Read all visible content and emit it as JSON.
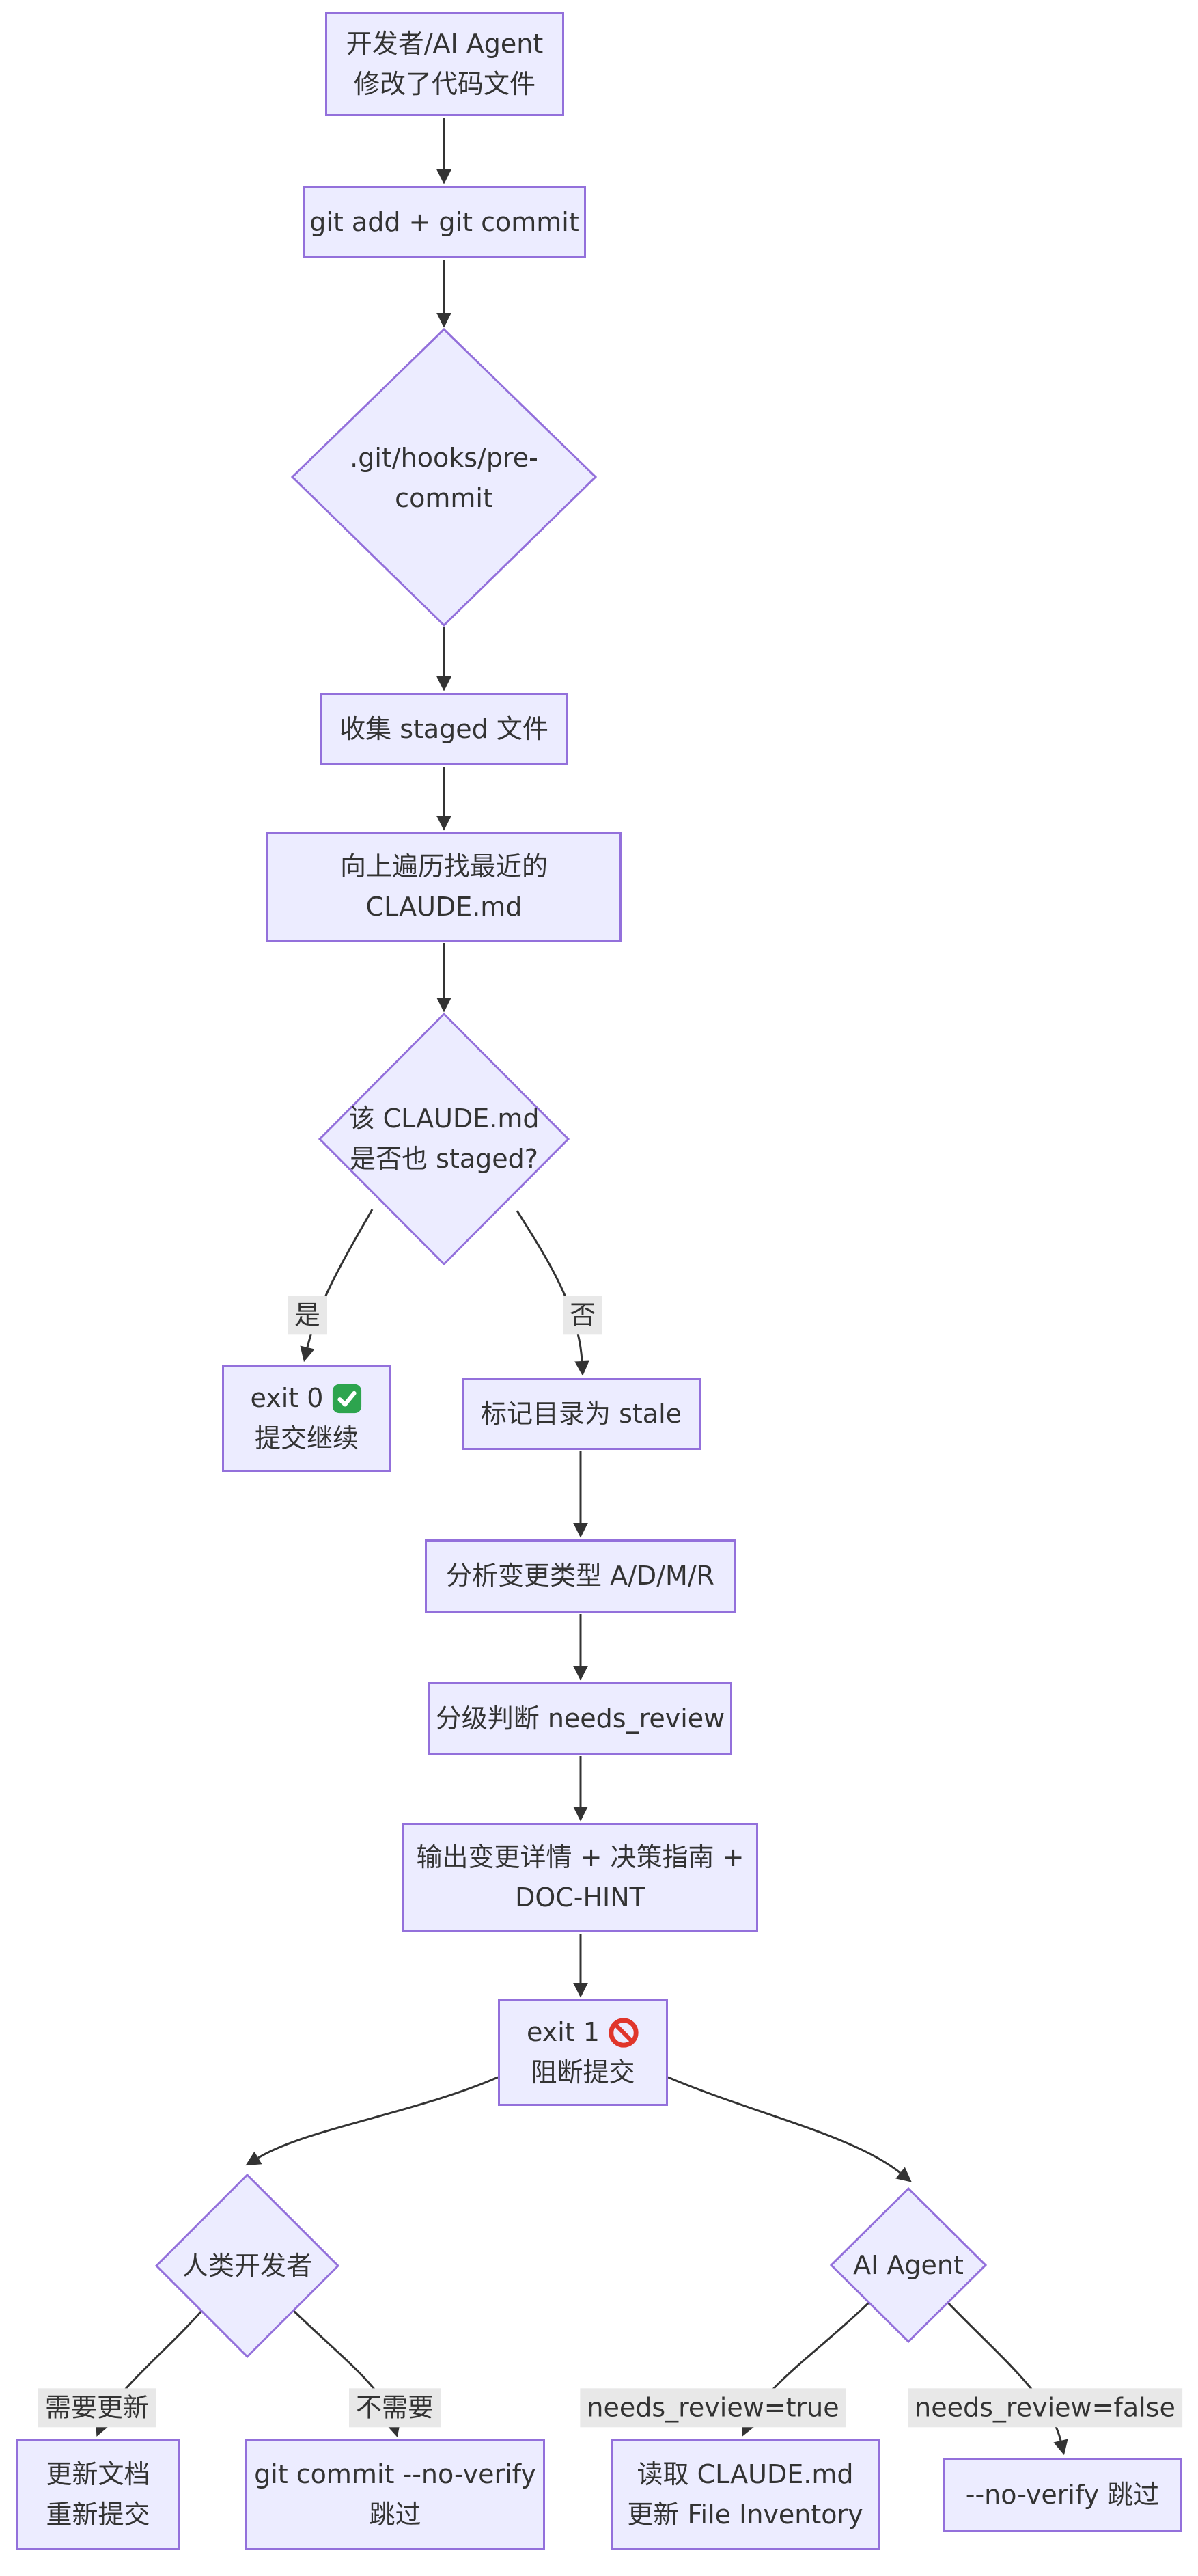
{
  "diagram": {
    "type": "flowchart",
    "colors": {
      "node_fill": "#ECECFF",
      "node_border": "#9370DB",
      "edge_line": "#333333",
      "text": "#333333",
      "edge_label_bg": "#e8e8e8",
      "check_emoji_green": "#2DA44E",
      "prohibited_emoji_red": "#E0352B"
    },
    "nodes": {
      "start": {
        "label": "开发者/AI Agent\n修改了代码文件"
      },
      "git_commit": {
        "label": "git add + git commit"
      },
      "hook": {
        "label": ".git/hooks/pre-commit"
      },
      "collect": {
        "label": "收集 staged 文件"
      },
      "traverse": {
        "label": "向上遍历找最近的\nCLAUDE.md"
      },
      "staged_q": {
        "label": "该 CLAUDE.md\n是否也 staged?"
      },
      "exit0": {
        "line1": "exit 0",
        "icon": "white-heavy-check-mark-emoji",
        "line2": "提交继续"
      },
      "stale": {
        "label": "标记目录为 stale"
      },
      "analyze": {
        "label": "分析变更类型 A/D/M/R"
      },
      "grade": {
        "label": "分级判断 needs_review"
      },
      "output": {
        "label": "输出变更详情 + 决策指南 +\nDOC-HINT"
      },
      "exit1": {
        "line1": "exit 1",
        "icon": "prohibited-sign-emoji",
        "line2": "阻断提交"
      },
      "human": {
        "label": "人类开发者"
      },
      "agent": {
        "label": "AI Agent"
      },
      "update_doc": {
        "label": "更新文档\n重新提交"
      },
      "no_verify_human": {
        "label": "git commit --no-verify\n跳过"
      },
      "read_claude": {
        "label": "读取 CLAUDE.md\n更新 File Inventory"
      },
      "no_verify_agent": {
        "label": "--no-verify 跳过"
      }
    },
    "edge_labels": {
      "yes": "是",
      "no": "否",
      "need_update": "需要更新",
      "no_need": "不需要",
      "review_true": "needs_review=true",
      "review_false": "needs_review=false"
    }
  }
}
